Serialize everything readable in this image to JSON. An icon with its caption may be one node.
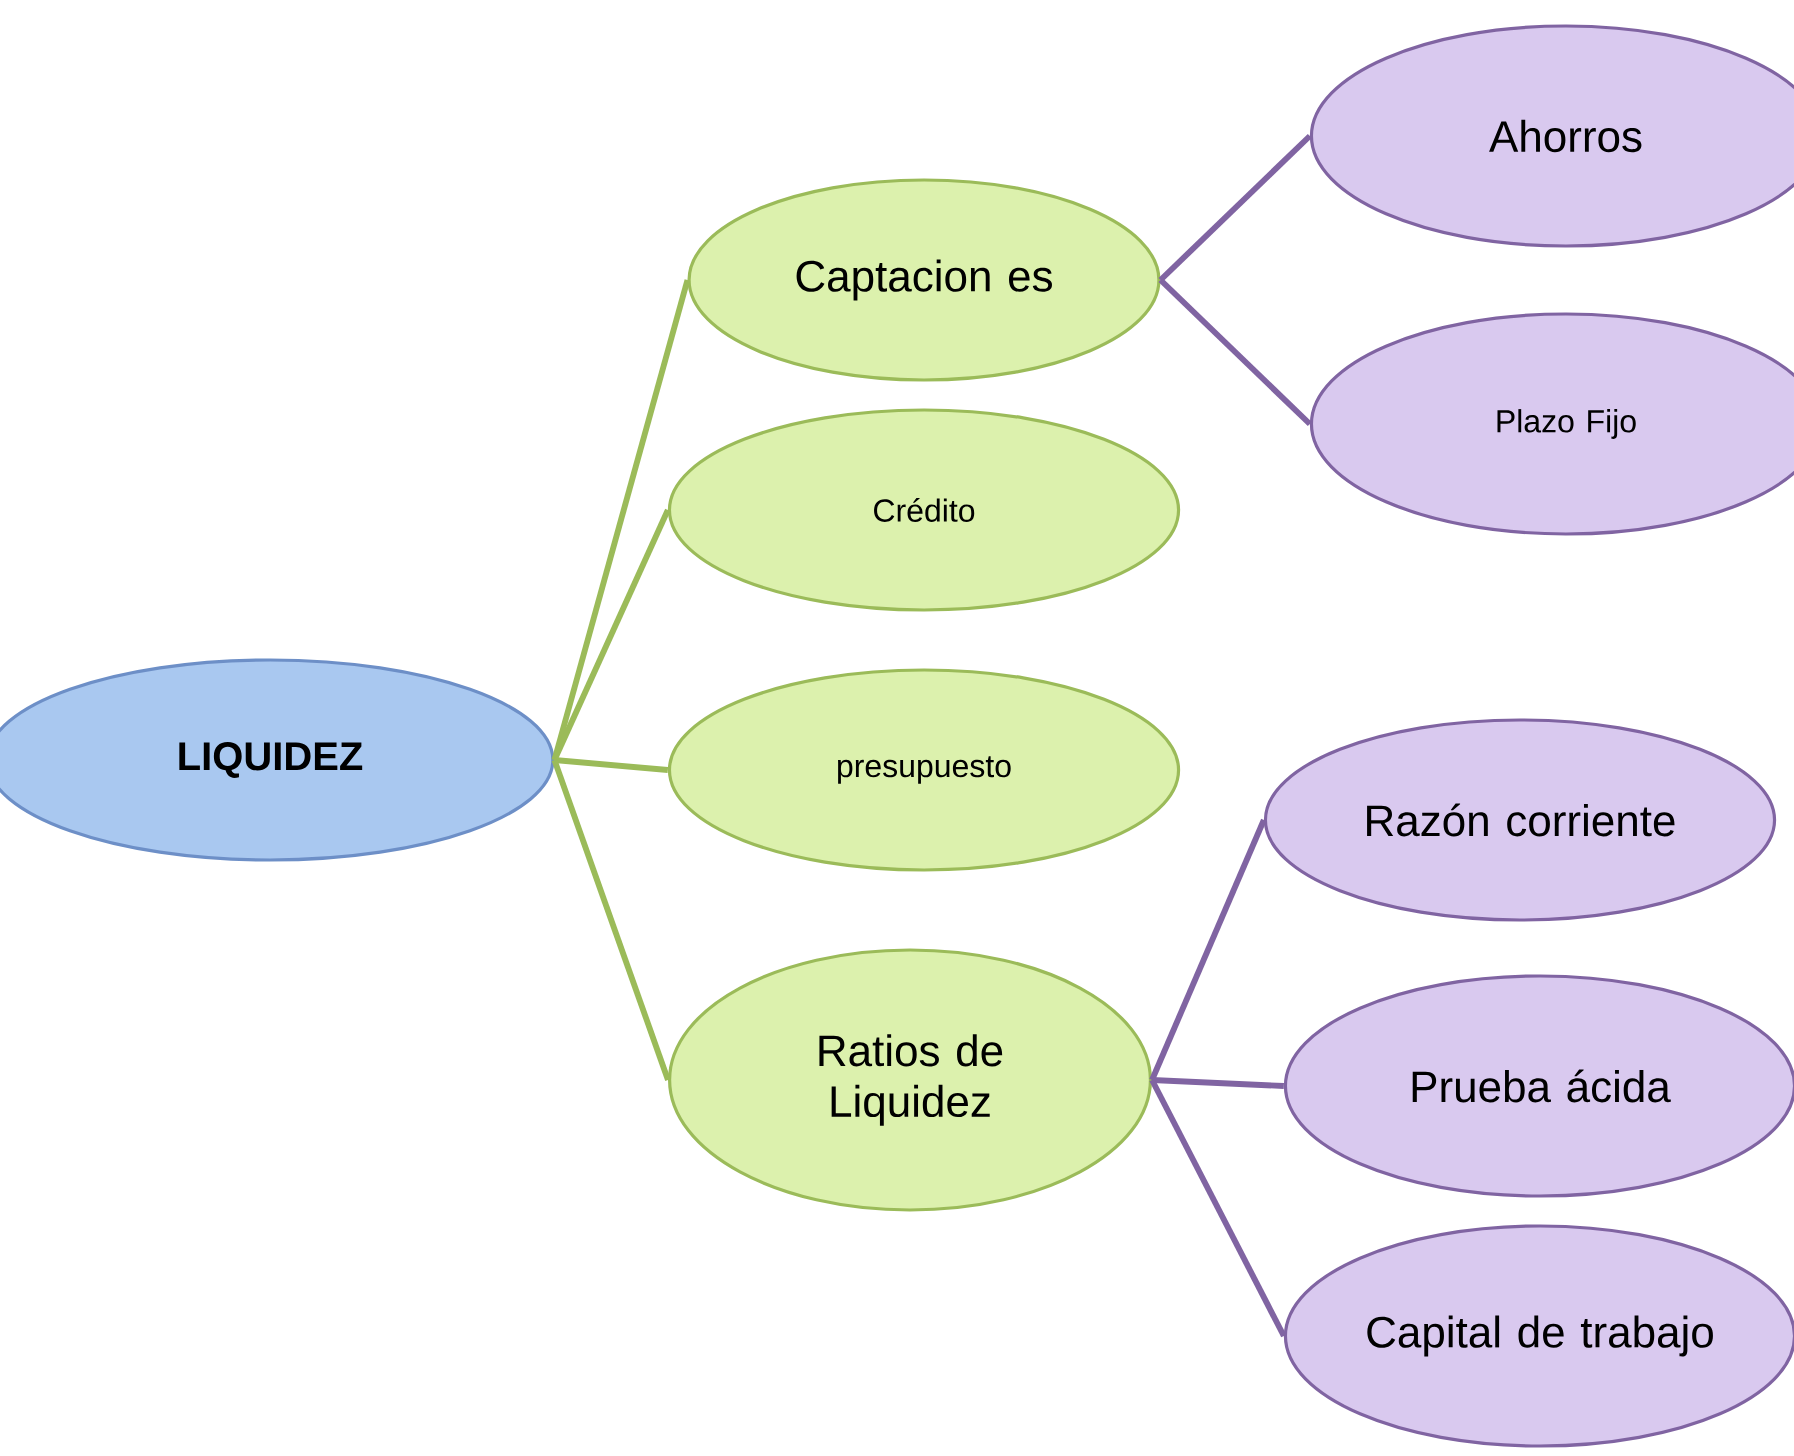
{
  "diagram": {
    "nodes": [
      {
        "text": [
          "LIQUIDEZ"
        ]
      },
      {
        "text": [
          "Captacion es"
        ]
      },
      {
        "text": [
          "Crédito"
        ]
      },
      {
        "text": [
          "presupuesto"
        ]
      },
      {
        "text": [
          "Ratios de Liquidez"
        ]
      },
      {
        "text": [
          "Ahorros"
        ]
      },
      {
        "text": [
          "Plazo Fijo"
        ]
      },
      {
        "text": [
          "Razón corriente"
        ]
      },
      {
        "text": [
          "Prueba ácida"
        ]
      },
      {
        "text": [
          "Capital de trabajo"
        ]
      }
    ],
    "edges": [
      {
        "from": 0,
        "to": 1,
        "arrow": "none"
      },
      {
        "from": 0,
        "to": 2,
        "arrow": "none"
      },
      {
        "from": 0,
        "to": 3,
        "arrow": "none"
      },
      {
        "from": 0,
        "to": 4,
        "arrow": "none"
      },
      {
        "from": 1,
        "to": 5,
        "arrow": "none",
        "color": "#8064a2"
      },
      {
        "from": 1,
        "to": 6,
        "arrow": "none",
        "color": "#8064a2"
      },
      {
        "from": 4,
        "to": 7,
        "arrow": "none",
        "color": "#8064a2"
      },
      {
        "from": 4,
        "to": 8,
        "arrow": "none",
        "color": "#8064a2"
      },
      {
        "from": 4,
        "to": 9,
        "arrow": "none",
        "color": "#8064a2"
      }
    ]
  }
}
